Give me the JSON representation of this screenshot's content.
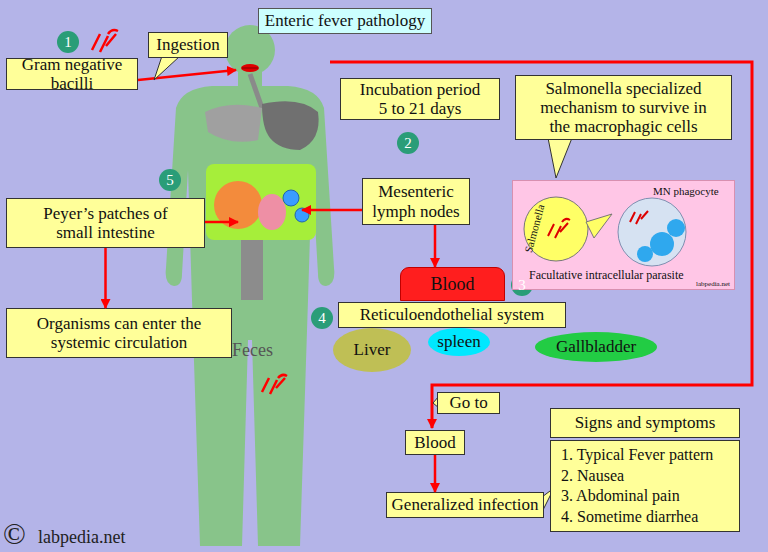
{
  "diagram": {
    "title": "Enteric fever pathology",
    "nodes": [
      {
        "text": [
          "Gram negative bacilli"
        ]
      },
      {
        "text": [
          "Ingestion"
        ]
      },
      {
        "text": [
          "Incubation period 5 to 21 days"
        ]
      },
      {
        "text": [
          "Salmonella specialized mechanism to survive in the macrophagic cells"
        ]
      },
      {
        "text": [
          "MN phagocyte",
          "Facultative intracellular parasite",
          "labpedia.net"
        ]
      },
      {
        "text": [
          "Salmonella"
        ],
        "in": 4
      },
      {
        "text": [
          "Peyer’s patches of small intestine"
        ]
      },
      {
        "text": [
          "Mesenteric lymph nodes"
        ]
      },
      {
        "text": [
          "Blood"
        ]
      },
      {
        "text": [
          "Reticuloendothelial system"
        ]
      },
      {
        "text": [
          "Organisms can enter the systemic circulation"
        ]
      },
      {
        "text": [
          "Liver"
        ]
      },
      {
        "text": [
          "spleen"
        ]
      },
      {
        "text": [
          "Gallbladder"
        ]
      },
      {
        "text": [
          "Go to"
        ]
      },
      {
        "text": [
          "Blood"
        ]
      },
      {
        "text": [
          "Signs and symptoms"
        ]
      },
      {
        "text": [
          "1. Typical Fever pattern",
          "2. Nausea",
          "3. Abdominal pain",
          "4. Sometime diarrhea"
        ]
      },
      {
        "text": [
          "Generalized infection"
        ]
      }
    ],
    "edges": [
      {
        "from": 7,
        "to": 8,
        "arrow": "to"
      },
      {
        "from": 6,
        "to": 10,
        "arrow": "to"
      },
      {
        "from": 15,
        "to": 18,
        "arrow": "to"
      }
    ],
    "labels": [
      "1",
      "2",
      "5",
      "3",
      "4",
      "Feces",
      "©",
      "labpedia.net"
    ]
  }
}
